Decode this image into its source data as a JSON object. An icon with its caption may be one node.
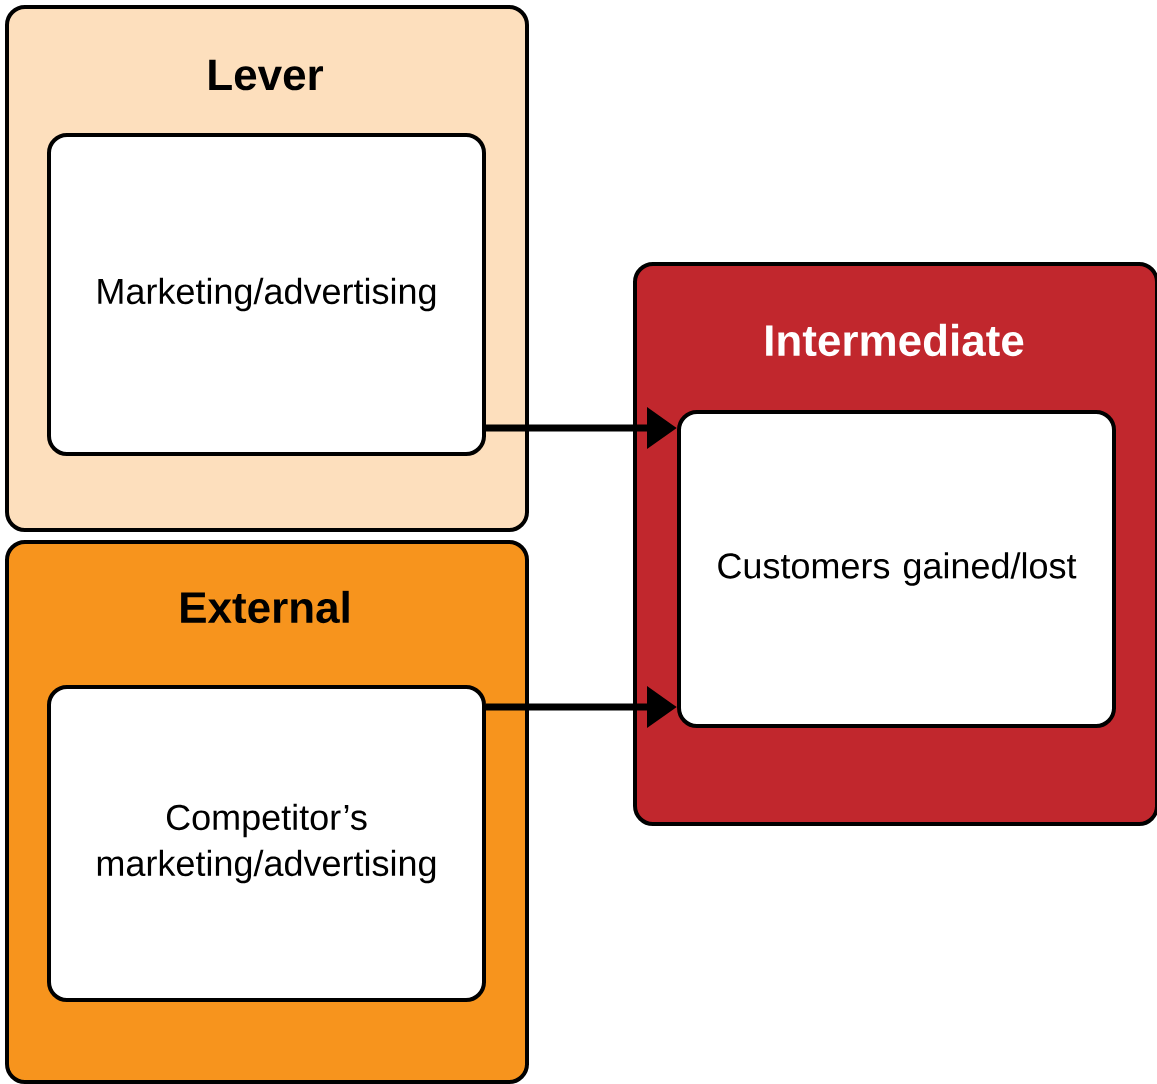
{
  "diagram": {
    "nodes": [
      {
        "text": [
          "Lever"
        ]
      },
      {
        "text": [
          "Marketing/advertising"
        ],
        "in": 0
      },
      {
        "text": [
          "External"
        ]
      },
      {
        "text": [
          "Competitor’s marketing/advertising"
        ],
        "in": 2
      },
      {
        "text": [
          "Intermediate"
        ]
      },
      {
        "text": [
          "Customers gained/lost"
        ],
        "in": 4
      }
    ],
    "edges": [
      {
        "from": 1,
        "to": 5,
        "arrow": "to"
      },
      {
        "from": 3,
        "to": 5,
        "arrow": "to"
      }
    ]
  }
}
